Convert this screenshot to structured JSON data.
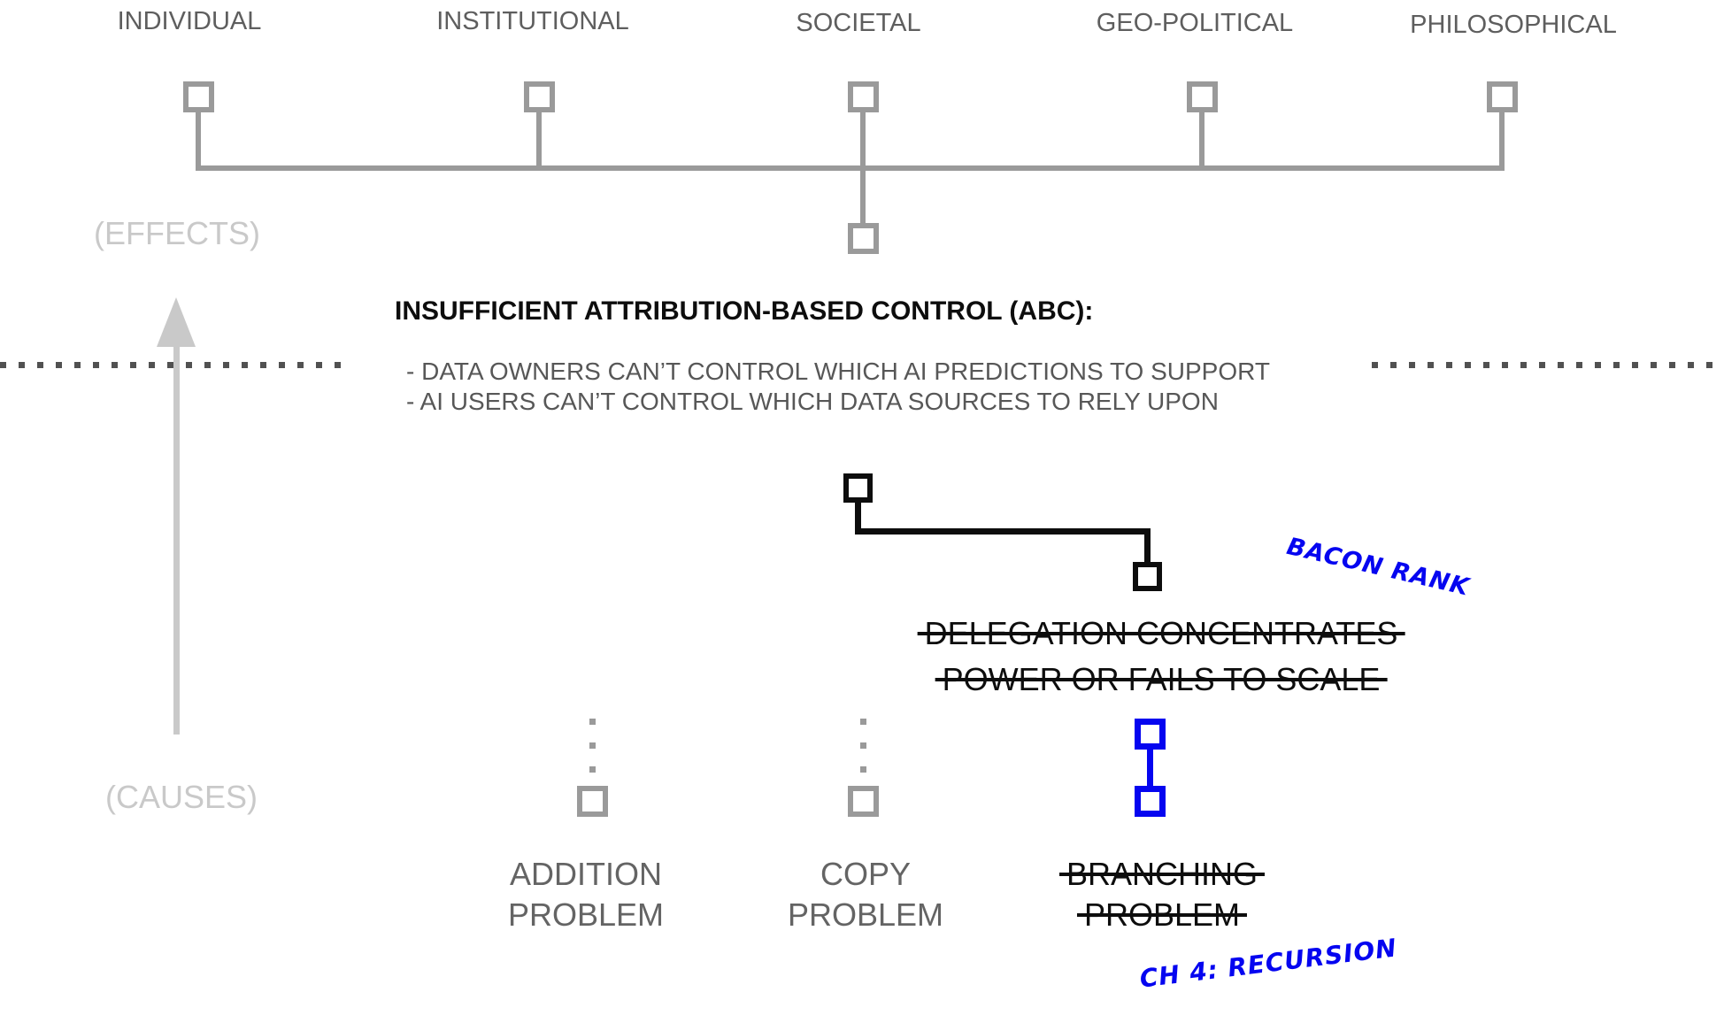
{
  "palette": {
    "structure_gray": "#9a9a9a",
    "faint_gray": "#c9c9c9",
    "label_gray": "#5e5e5e",
    "dot_dark_gray": "#515151",
    "text_black": "#0d0d0d",
    "annotation_blue": "#0505f0"
  },
  "levels": [
    {
      "label": "INDIVIDUAL"
    },
    {
      "label": "INSTITUTIONAL"
    },
    {
      "label": "SOCIETAL"
    },
    {
      "label": "GEO-POLITICAL"
    },
    {
      "label": "PHILOSOPHICAL"
    }
  ],
  "axis": {
    "effects_label": "(EFFECTS)",
    "causes_label": "(CAUSES)"
  },
  "abc": {
    "title": "INSUFFICIENT ATTRIBUTION-BASED CONTROL (ABC):",
    "bullet1": "- DATA OWNERS CAN’T CONTROL WHICH AI PREDICTIONS TO SUPPORT",
    "bullet2": "- AI USERS CAN’T CONTROL WHICH DATA SOURCES TO RELY UPON"
  },
  "delegation": {
    "line1": "DELEGATION CONCENTRATES",
    "line2": "POWER OR FAILS TO SCALE",
    "strikethrough": true
  },
  "annotations": {
    "bacon": "BACON RANK",
    "recursion": "CH 4: RECURSION"
  },
  "problems": {
    "addition": {
      "line1": "ADDITION",
      "line2": "PROBLEM",
      "strikethrough": false
    },
    "copy": {
      "line1": "COPY",
      "line2": "PROBLEM",
      "strikethrough": false
    },
    "branching": {
      "line1": "BRANCHING",
      "line2": "PROBLEM",
      "strikethrough": true
    }
  }
}
